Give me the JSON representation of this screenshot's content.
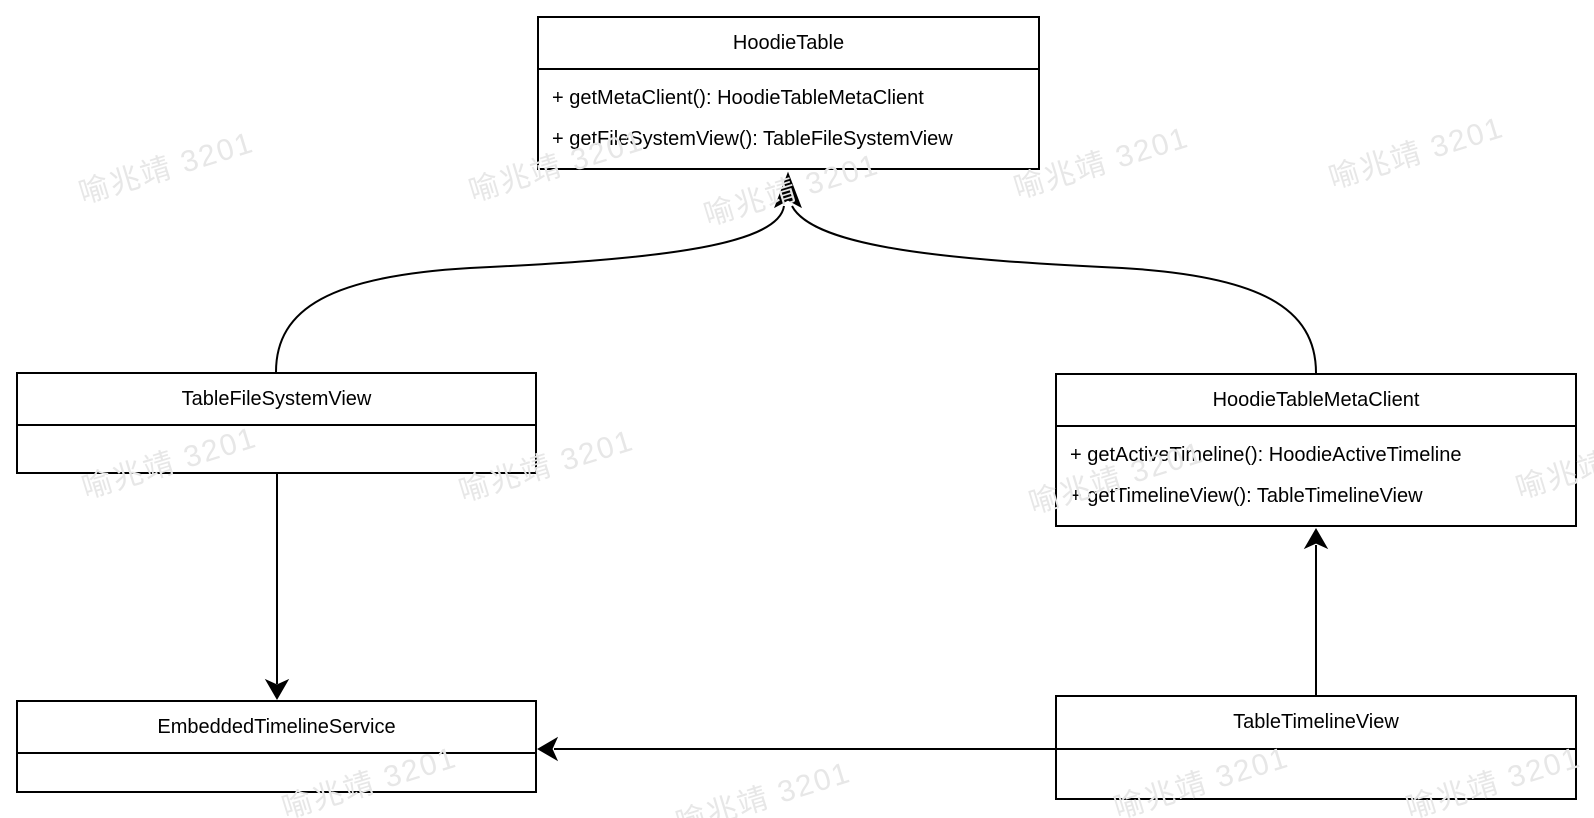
{
  "diagram": {
    "type": "uml-class-diagram",
    "classes": {
      "hoodie_table": {
        "name": "HoodieTable",
        "methods": [
          "+ getMetaClient(): HoodieTableMetaClient",
          "+ getFileSystemView(): TableFileSystemView"
        ]
      },
      "table_file_system_view": {
        "name": "TableFileSystemView",
        "methods": []
      },
      "hoodie_table_meta_client": {
        "name": "HoodieTableMetaClient",
        "methods": [
          "+ getActiveTimeline(): HoodieActiveTimeline",
          "+ getTimelineView(): TableTimelineView"
        ]
      },
      "embedded_timeline_service": {
        "name": "EmbeddedTimelineService",
        "methods": []
      },
      "table_timeline_view": {
        "name": "TableTimelineView",
        "methods": []
      }
    },
    "relationships": [
      {
        "from": "TableFileSystemView",
        "to": "HoodieTable",
        "style": "curved-arrow"
      },
      {
        "from": "HoodieTableMetaClient",
        "to": "HoodieTable",
        "style": "curved-arrow"
      },
      {
        "from": "TableFileSystemView",
        "to": "EmbeddedTimelineService",
        "style": "straight-arrow"
      },
      {
        "from": "TableTimelineView",
        "to": "HoodieTableMetaClient",
        "style": "straight-arrow"
      },
      {
        "from": "TableTimelineView",
        "to": "EmbeddedTimelineService",
        "style": "straight-arrow"
      }
    ],
    "watermark": {
      "text": "喻兆靖 3201",
      "color": "#e7e7e7"
    },
    "colors": {
      "stroke": "#000000",
      "background": "#ffffff"
    }
  }
}
